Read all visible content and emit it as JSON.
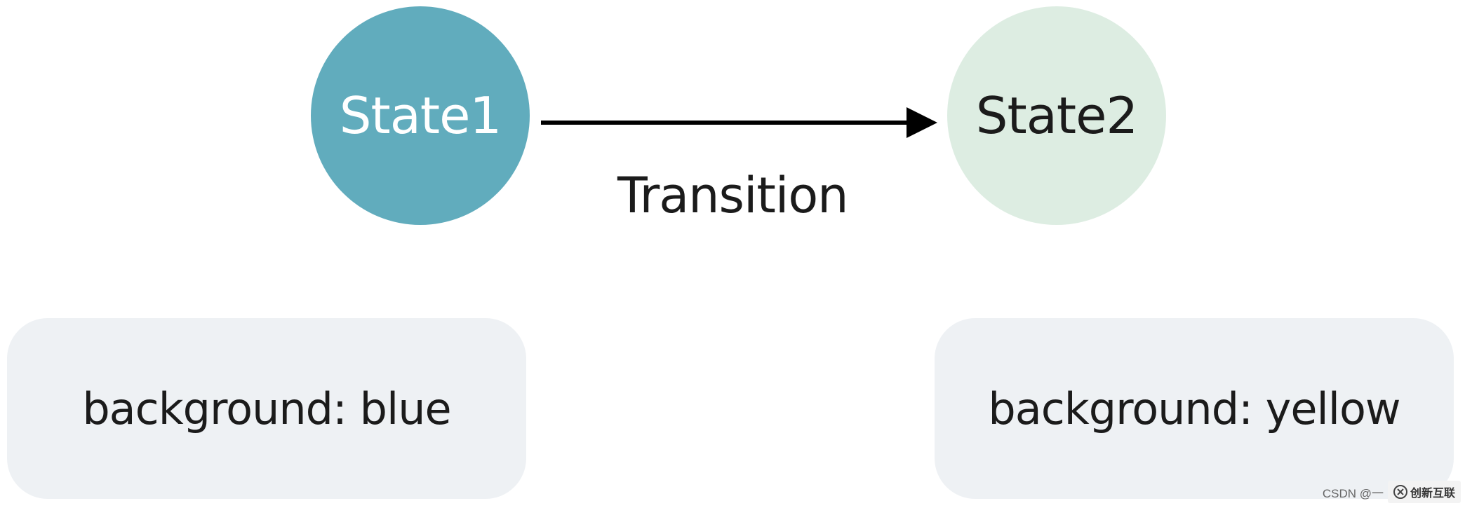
{
  "diagram": {
    "state1": {
      "label": "State1",
      "fill": "#61acbd",
      "text_color": "#ffffff"
    },
    "state2": {
      "label": "State2",
      "fill": "#ddede2",
      "text_color": "#1b1b1b"
    },
    "transition": {
      "label": "Transition",
      "from": "State1",
      "to": "State2",
      "arrow_color": "#000000"
    },
    "left_box": {
      "text": "background: blue",
      "fill": "#eef1f4"
    },
    "right_box": {
      "text": "background: yellow",
      "fill": "#eef1f4"
    }
  },
  "watermark": {
    "source": "CSDN @一",
    "brand": "创新互联",
    "icon": "x-logo-icon"
  }
}
